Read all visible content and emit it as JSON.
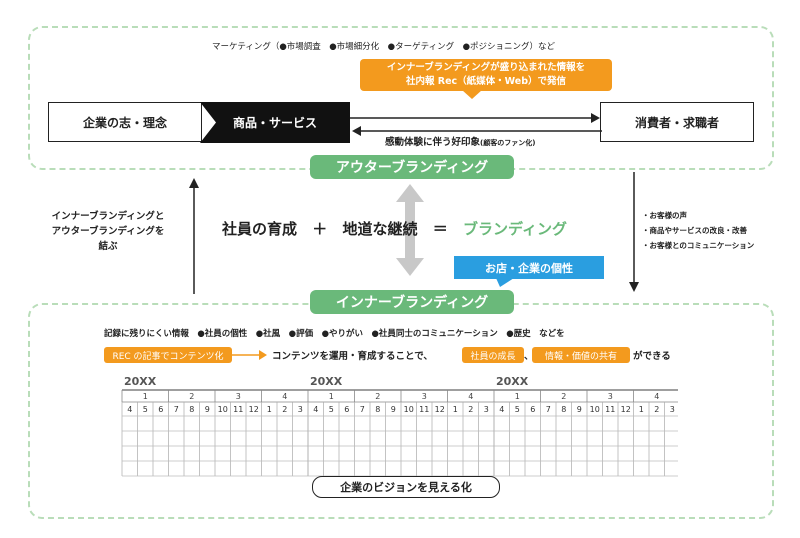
{
  "top": {
    "marketing_line": "マーケティング（●市場調査　●市場細分化　●ターゲティング　●ポジショニング）など",
    "callout_line1": "インナーブランディングが盛り込まれた情報を",
    "callout_line2": "社内報 Rec（紙媒体・Web）で発信",
    "box_vision": "企業の志・理念",
    "box_product": "商品・サービス",
    "box_consumer": "消費者・求職者",
    "feedback": "感動体験に伴う好印象",
    "feedback_small": "(顧客のファン化)",
    "outer_label": "アウターブランディング"
  },
  "middle": {
    "left_text_1": "インナーブランディングと",
    "left_text_2": "アウターブランディングを",
    "left_text_3": "結ぶ",
    "eq_part1": "社員の育成",
    "plus": "＋",
    "eq_part2": "地道な継続",
    "equals": "＝",
    "eq_result": "ブランディング",
    "right_1": "・お客様の声",
    "right_2": "・商品やサービスの改良・改善",
    "right_3": "・お客様とのコミュニケーション",
    "shop_tag": "お店・企業の個性"
  },
  "bottom": {
    "inner_label": "インナーブランディング",
    "records_line": "記録に残りにくい情報　●社員の個性　●社風　●評価　●やりがい　●社員同士のコミュニケーション　●歴史　などを",
    "rec_tag": "REC の記事でコンテンツ化",
    "content_text": "コンテンツを運用・育成することで、",
    "growth_tag": "社員の成長",
    "sep": "、",
    "share_tag": "情報・価値の共有",
    "can_text": "ができる",
    "years": [
      "20XX",
      "20XX",
      "20XX"
    ],
    "quarters": [
      "1",
      "2",
      "3",
      "4"
    ],
    "months": [
      "4",
      "5",
      "6",
      "7",
      "8",
      "9",
      "10",
      "11",
      "12",
      "1",
      "2",
      "3"
    ],
    "vision_label": "企業のビジョンを見える化"
  },
  "colors": {
    "green": "#6ab97a",
    "orange": "#f39a1e",
    "blue": "#2a9ee0",
    "dash": "#b9ddb9"
  }
}
